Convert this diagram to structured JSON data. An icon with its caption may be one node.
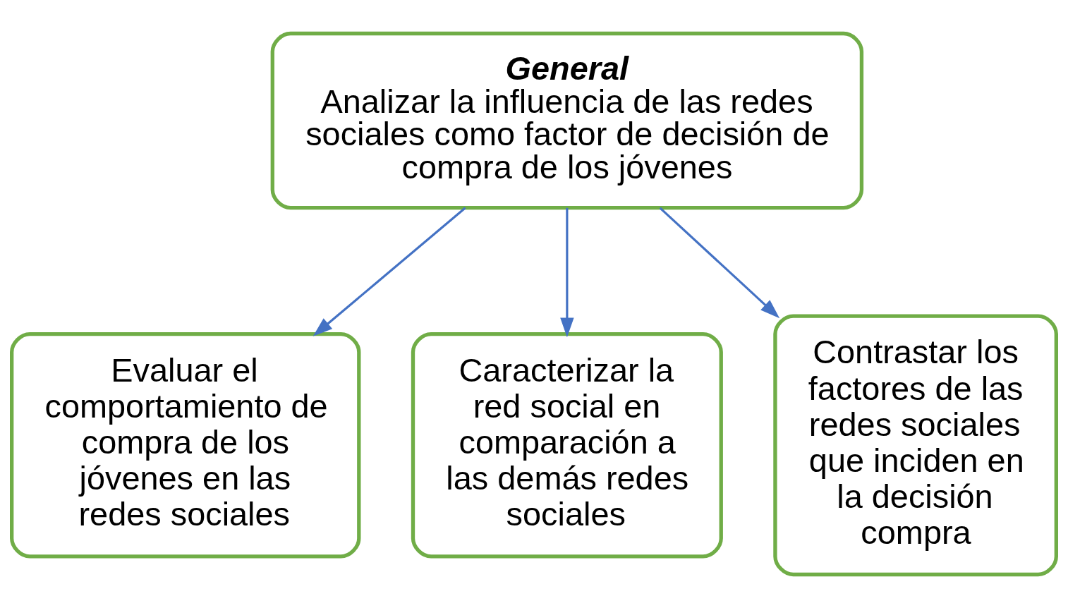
{
  "diagram": {
    "nodes": [
      {
        "text": [
          "General",
          "Analizar la influencia de las redes sociales como factor de decisión de compra de los jóvenes"
        ]
      },
      {
        "text": [
          "Evaluar el comportamiento de compra de los jóvenes en las redes sociales"
        ]
      },
      {
        "text": [
          "Caracterizar la red social en comparación a las demás redes sociales"
        ]
      },
      {
        "text": [
          "Contrastar los factores de las redes sociales que inciden en la decisión compra"
        ]
      }
    ],
    "edges": [
      {
        "from": 0,
        "to": 1,
        "arrow": "to"
      },
      {
        "from": 0,
        "to": 2,
        "arrow": "to"
      },
      {
        "from": 0,
        "to": 3,
        "arrow": "to"
      }
    ]
  }
}
